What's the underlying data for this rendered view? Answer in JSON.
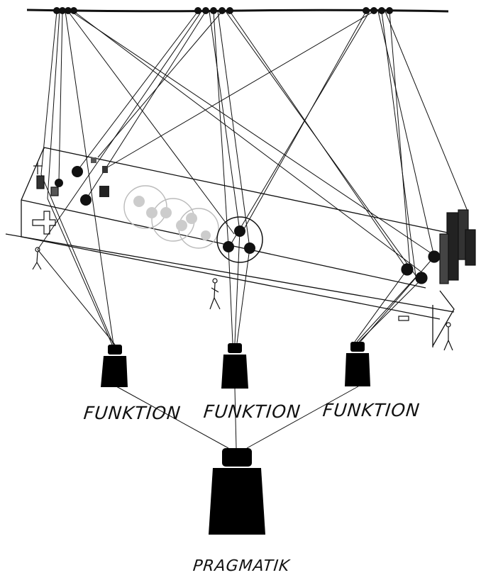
{
  "labels": {
    "weight_left": "FUNKTION",
    "weight_center": "FUNKTION",
    "weight_right": "FUNKTION",
    "weight_bottom": "PRAGMATIK"
  },
  "colors": {
    "ink": "#111111",
    "fill": "#000000",
    "faded": "#bbbbbb",
    "paper": "#ffffff"
  }
}
